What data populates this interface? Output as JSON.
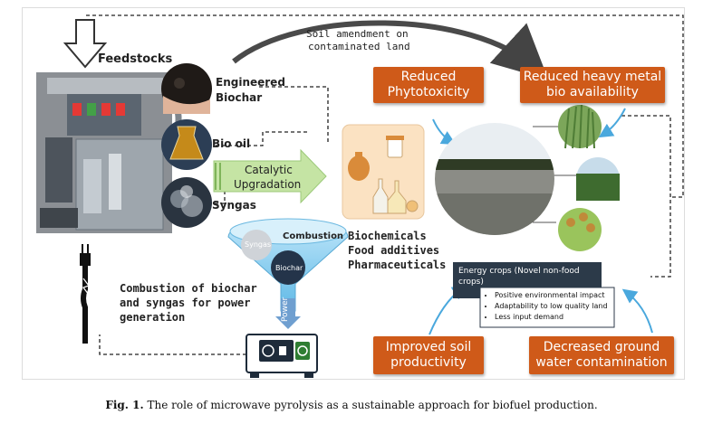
{
  "labels": {
    "feedstocks": "Feedstocks",
    "engineered_biochar_1": "Engineered",
    "engineered_biochar_2": "Biochar",
    "bio_oil": "Bio oil",
    "syngas": "Syngas",
    "soil_amendment_1": "Soil amendment on",
    "soil_amendment_2": "contaminated land",
    "catalytic_1": "Catalytic",
    "catalytic_2": "Upgradation",
    "combustion": "Combustion",
    "funnel_syngas": "Syngas",
    "funnel_biochar": "Biochar",
    "power": "Power",
    "products": [
      "Biochemicals",
      "Food additives",
      "Pharmaceuticals"
    ],
    "combustion_note": [
      "Combustion of biochar",
      "and syngas for power",
      "generation"
    ]
  },
  "boxes": {
    "reduced_phytotoxicity": [
      "Reduced",
      "Phytotoxicity"
    ],
    "reduced_heavy_metal": [
      "Reduced heavy metal",
      "bio availability"
    ],
    "improved_soil": [
      "Improved soil",
      "productivity"
    ],
    "decreased_groundwater": [
      "Decreased ground",
      "water contamination"
    ]
  },
  "energy_crops": {
    "title": "Energy crops (Novel non-food crops)",
    "bullets": [
      "Positive environmental impact",
      "Adaptability to low quality land",
      "Less input demand"
    ]
  },
  "caption": {
    "fig": "Fig. 1.",
    "text": "The role of microwave pyrolysis as a sustainable approach for biofuel production."
  },
  "colors": {
    "orange_box": "#cf5a19",
    "catalytic_arrow": "#c5e4a4",
    "product_panel": "#fbe2c2",
    "funnel": "#7fc9ee",
    "energy_crops_box": "#2c3a49",
    "blue_arrow": "#4aa8dd"
  }
}
